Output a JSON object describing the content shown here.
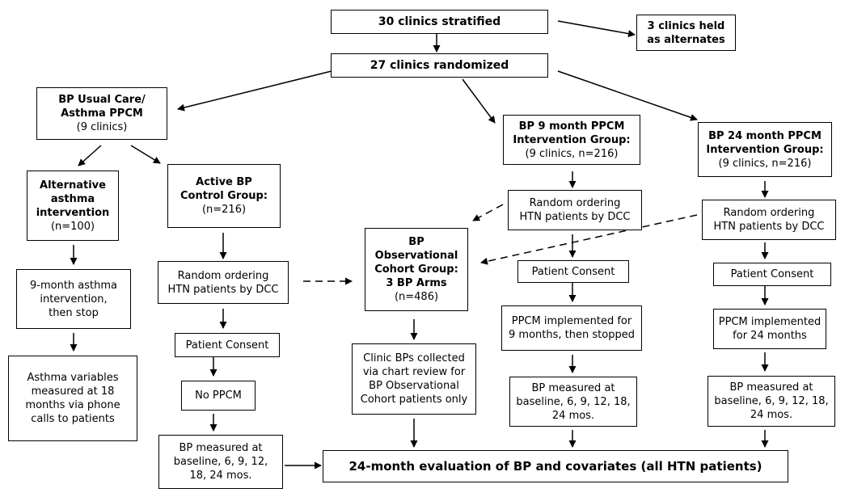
{
  "boxes": {
    "stratified": {
      "text": "30 clinics stratified"
    },
    "alternates": {
      "bold": [
        "3 clinics held",
        "as alternates"
      ]
    },
    "randomized": {
      "text": "27 clinics randomized"
    },
    "usual_care": {
      "bold": [
        "BP Usual Care/",
        "Asthma PPCM"
      ],
      "normal": [
        "(9 clinics)"
      ]
    },
    "pp9": {
      "bold": [
        "BP 9 month PPCM",
        "Intervention Group:"
      ],
      "normal": [
        "(9 clinics, n=216)"
      ]
    },
    "pp24": {
      "bold": [
        "BP 24 month PPCM",
        "Intervention Group:"
      ],
      "normal": [
        "(9 clinics, n=216)"
      ]
    },
    "alt_asthma": {
      "bold": [
        "Alternative",
        "asthma",
        "intervention"
      ],
      "normal": [
        "(n=100)"
      ]
    },
    "active_bp": {
      "bold": [
        "Active BP",
        "Control Group:"
      ],
      "normal": [
        "(n=216)"
      ]
    },
    "random9": {
      "normal": [
        "Random ordering",
        "HTN patients by DCC"
      ]
    },
    "random24": {
      "normal": [
        "Random ordering",
        "HTN patients by DCC"
      ]
    },
    "observational": {
      "bold": [
        "BP",
        "Observational",
        "Cohort Group:",
        "3 BP Arms"
      ],
      "normal": [
        "(n=486)"
      ]
    },
    "asthma9": {
      "normal": [
        "9-month asthma",
        "intervention,",
        "then stop"
      ]
    },
    "random_active": {
      "normal": [
        "Random ordering",
        "HTN patients by DCC"
      ]
    },
    "consent9": {
      "normal": [
        "Patient Consent"
      ]
    },
    "consent24": {
      "normal": [
        "Patient Consent"
      ]
    },
    "consent_active": {
      "normal": [
        "Patient Consent"
      ]
    },
    "impl9": {
      "normal": [
        "PPCM implemented for",
        "9 months, then stopped"
      ]
    },
    "impl24": {
      "normal": [
        "PPCM implemented",
        "for 24 months"
      ]
    },
    "clinic_bps": {
      "normal": [
        "Clinic BPs collected",
        "via chart review for",
        "BP Observational",
        "Cohort patients only"
      ]
    },
    "asthma_vars": {
      "normal": [
        "Asthma variables",
        "measured at 18",
        "months via phone",
        "calls to patients"
      ]
    },
    "no_ppcm": {
      "normal": [
        "No PPCM"
      ]
    },
    "bp9": {
      "normal": [
        "BP measured at",
        "baseline, 6, 9, 12, 18,",
        "24 mos."
      ]
    },
    "bp24": {
      "normal": [
        "BP measured at",
        "baseline, 6, 9, 12, 18,",
        "24 mos."
      ]
    },
    "bp_active": {
      "normal": [
        "BP measured at",
        "baseline, 6, 9, 12,",
        "18, 24 mos."
      ]
    },
    "evaluation": {
      "text": "24-month evaluation of BP and covariates (all HTN patients)"
    }
  }
}
